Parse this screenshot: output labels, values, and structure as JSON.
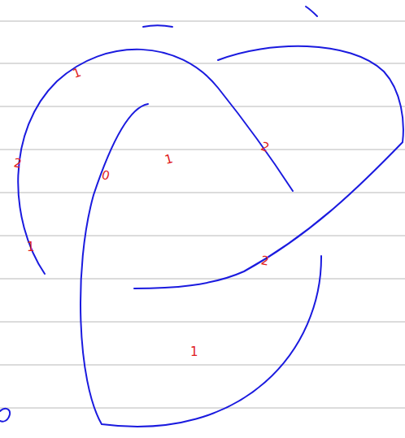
{
  "diagram": {
    "labels": [
      "1",
      "2",
      "1",
      "0",
      "1",
      "2",
      "2",
      "1"
    ]
  }
}
